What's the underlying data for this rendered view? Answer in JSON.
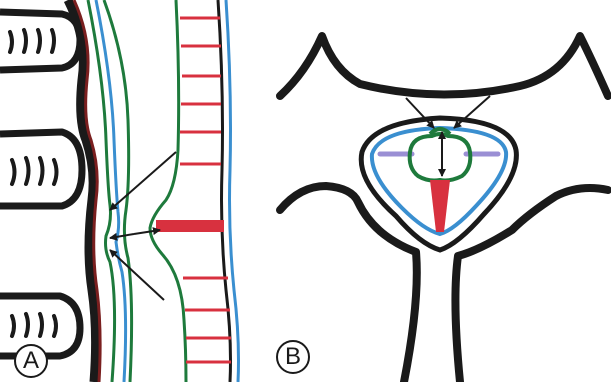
{
  "panels": [
    {
      "id": "a",
      "label": "A"
    },
    {
      "id": "b",
      "label": "B"
    }
  ],
  "colors": {
    "outline": "#1a1a1a",
    "dura": "#1e7a3c",
    "arachnoid": "#3a8fd0",
    "vessel": "#d8313f",
    "vessel_dark": "#7a1f1f",
    "nerve_root": "#9a8fd4"
  }
}
